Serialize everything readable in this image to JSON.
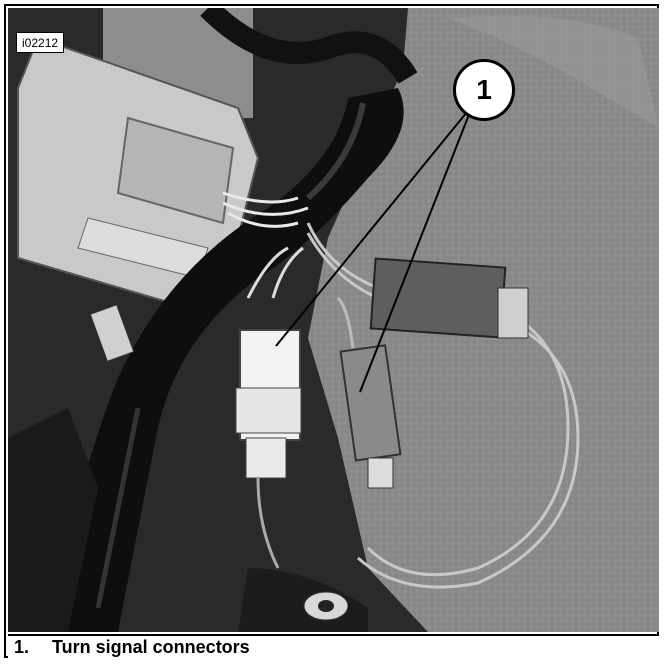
{
  "figure": {
    "id_label": "i02212",
    "callout_number": "1",
    "caption": {
      "number": "1.",
      "text": "Turn signal connectors"
    }
  }
}
